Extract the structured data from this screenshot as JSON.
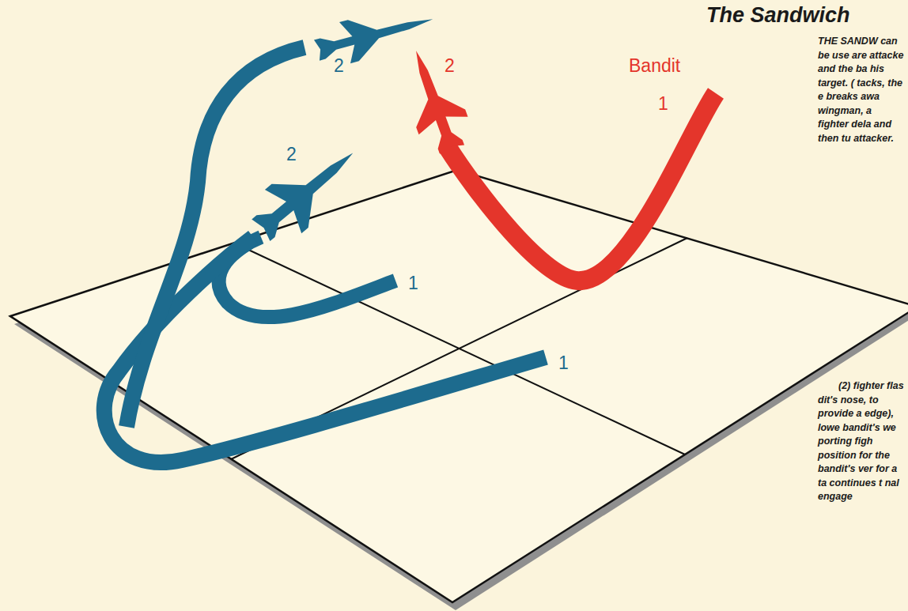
{
  "diagram": {
    "title": "The Sandwich",
    "labels": [
      "2",
      "2",
      "Bandit",
      "1",
      "2",
      "1",
      "1",
      "THE SANDW can be use are attacke and the ba his target. ( tacks, the e breaks awa wingman, a fighter dela and then tu attacker.",
      "(2) fighter flas dit's nose, to provide a edge), lowe bandit's we porting figh position for the bandit's ver for a ta continues t nal engage"
    ]
  }
}
